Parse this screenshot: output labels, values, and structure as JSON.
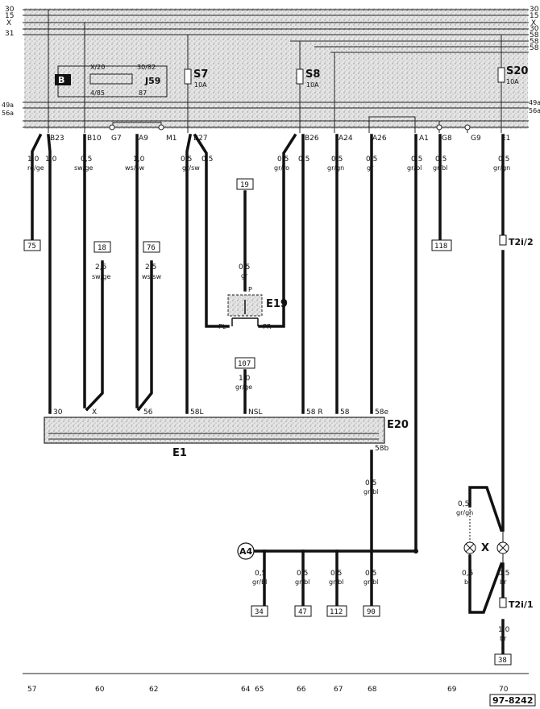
{
  "bus_labels_left": [
    "30",
    "15",
    "X",
    "31"
  ],
  "bus_labels_right": [
    "30",
    "15",
    "X",
    "30",
    "58",
    "58",
    "58"
  ],
  "bus_lower_left": [
    "49a",
    "56a"
  ],
  "bus_lower_right": [
    "49a",
    "56a"
  ],
  "fuses": [
    {
      "id": "s7",
      "name": "S7",
      "rating": "10A"
    },
    {
      "id": "s8",
      "name": "S8",
      "rating": "10A"
    },
    {
      "id": "s20",
      "name": "S20",
      "rating": "10A"
    }
  ],
  "relay": {
    "marker": "B",
    "label": "J59",
    "pins": [
      "X/20",
      "30/82",
      "4/85",
      "87"
    ]
  },
  "connectors_top": [
    "B23",
    "B10",
    "G7",
    "A9",
    "M1",
    "B27",
    "B26",
    "A24",
    "A26",
    "A1",
    "G8",
    "G9",
    "E1"
  ],
  "wires": [
    {
      "id": "w1",
      "size": "1,0",
      "color": "ro/ge"
    },
    {
      "id": "w2",
      "size": "1,0",
      "color": ""
    },
    {
      "id": "w3",
      "size": "0,5",
      "color": "sw/ge"
    },
    {
      "id": "w4",
      "size": "1,0",
      "color": "ws/sw"
    },
    {
      "id": "w5",
      "size": "0,5",
      "color": "gr/sw"
    },
    {
      "id": "w6",
      "size": "0,5",
      "color": ""
    },
    {
      "id": "w7",
      "size": "0,5",
      "color": "gr/ro"
    },
    {
      "id": "w8",
      "size": "0,5",
      "color": ""
    },
    {
      "id": "w9",
      "size": "0,5",
      "color": "gr/gn"
    },
    {
      "id": "w10",
      "size": "0,5",
      "color": "gr"
    },
    {
      "id": "w11",
      "size": "0,5",
      "color": "gr/bl"
    },
    {
      "id": "w12",
      "size": "0,5",
      "color": "gr/bl"
    },
    {
      "id": "w13",
      "size": "0,5",
      "color": "gr/gn"
    }
  ],
  "refs": [
    "75",
    "18",
    "76",
    "19",
    "107",
    "118",
    "34",
    "47",
    "112",
    "90",
    "38"
  ],
  "mid_wires": [
    {
      "id": "m18",
      "size": "2,5",
      "color": "sw/ge"
    },
    {
      "id": "m76",
      "size": "2,5",
      "color": "ws/sw"
    },
    {
      "id": "m19",
      "size": "0,5",
      "color": "gr"
    },
    {
      "id": "m107",
      "size": "1,0",
      "color": "gr/ge"
    },
    {
      "id": "m58b",
      "size": "0,5",
      "color": "gr/bl"
    },
    {
      "id": "mX",
      "size": "0,5",
      "color": "gr/gn"
    }
  ],
  "bottom_wires": [
    {
      "id": "b34",
      "size": "0,5",
      "color": "gr/bl"
    },
    {
      "id": "b47",
      "size": "0,5",
      "color": "gr/bl"
    },
    {
      "id": "b112",
      "size": "0,5",
      "color": "gr/bl"
    },
    {
      "id": "b90",
      "size": "0,5",
      "color": "gr/bl"
    },
    {
      "id": "bx1",
      "size": "0,5",
      "color": "br"
    },
    {
      "id": "bx2",
      "size": "0,5",
      "color": "br"
    },
    {
      "id": "b38",
      "size": "1,0",
      "color": "br"
    }
  ],
  "e19": {
    "name": "E19",
    "p": "P",
    "pl": "PL",
    "pr": "PR"
  },
  "e20": {
    "name": "E20"
  },
  "e1": {
    "name": "E1"
  },
  "e1_terminals": [
    "30",
    "X",
    "56",
    "58L",
    "NSL",
    "58 R",
    "58",
    "58e"
  ],
  "terminal_58b": "58b",
  "t2_upper": "T2i/2",
  "t2_lower": "T2i/1",
  "lamp_x": "X",
  "junction_a4": "A4",
  "grid": [
    "57",
    "60",
    "62",
    "64",
    "65",
    "66",
    "67",
    "68",
    "69",
    "70"
  ],
  "code": "97-8242"
}
